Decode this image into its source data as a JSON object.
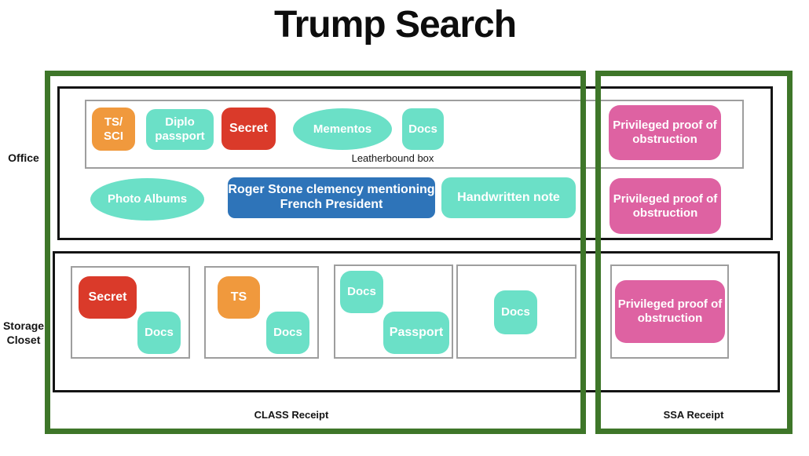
{
  "title": "Trump Search",
  "colors": {
    "green_border": "#3E7629",
    "black_border": "#141414",
    "gray_border": "#9E9E9E",
    "teal": "#6BE0C7",
    "orange": "#F0993D",
    "red": "#DA3A2A",
    "blue": "#2E74B9",
    "pink": "#DE62A2"
  },
  "row_labels": {
    "office": "Office",
    "storage_closet": "Storage Closet"
  },
  "receipts": {
    "class": "CLASS Receipt",
    "ssa": "SSA Receipt"
  },
  "office": {
    "leatherbound_box": {
      "label": "Leatherbound box",
      "items": [
        {
          "label": "TS/\nSCI",
          "color": "orange",
          "shape": "rounded-square"
        },
        {
          "label": "Diplo passport",
          "color": "teal",
          "shape": "rounded-rect"
        },
        {
          "label": "Secret",
          "color": "red",
          "shape": "rounded-rect"
        },
        {
          "label": "Mementos",
          "color": "teal",
          "shape": "ellipse"
        },
        {
          "label": "Docs",
          "color": "teal",
          "shape": "rounded-square"
        }
      ]
    },
    "loose_items": [
      {
        "label": "Photo Albums",
        "color": "teal",
        "shape": "ellipse"
      },
      {
        "label": "Roger Stone clemency mentioning French President",
        "color": "blue",
        "shape": "rounded-rect"
      },
      {
        "label": "Handwritten note",
        "color": "teal",
        "shape": "rounded-rect"
      }
    ],
    "ssa_items": [
      {
        "label": "Privileged proof of obstruction",
        "color": "pink",
        "shape": "rounded-rect"
      },
      {
        "label": "Privileged proof of obstruction",
        "color": "pink",
        "shape": "rounded-rect"
      }
    ]
  },
  "storage_closet": {
    "boxes": [
      {
        "items": [
          {
            "label": "Secret",
            "color": "red"
          },
          {
            "label": "Docs",
            "color": "teal"
          }
        ]
      },
      {
        "items": [
          {
            "label": "TS",
            "color": "orange"
          },
          {
            "label": "Docs",
            "color": "teal"
          }
        ]
      },
      {
        "items": [
          {
            "label": "Docs",
            "color": "teal"
          },
          {
            "label": "Passport",
            "color": "teal"
          }
        ]
      },
      {
        "items": [
          {
            "label": "Docs",
            "color": "teal"
          }
        ]
      }
    ],
    "ssa_box": {
      "items": [
        {
          "label": "Privileged proof of obstruction",
          "color": "pink"
        }
      ]
    }
  }
}
